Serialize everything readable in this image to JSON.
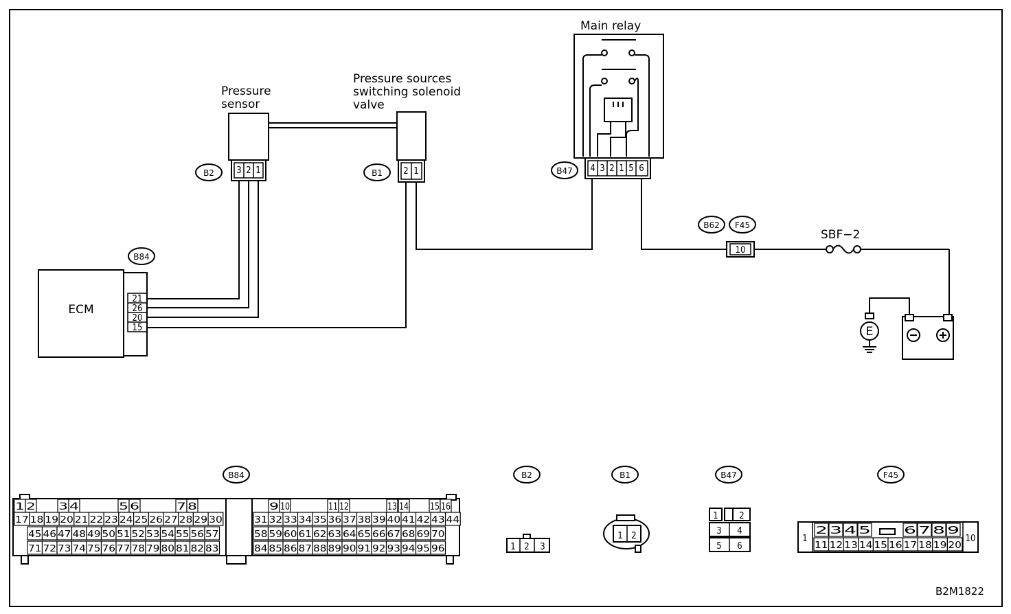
{
  "labels": {
    "main_relay": "Main relay",
    "pressure_sensor_l1": "Pressure",
    "pressure_sensor_l2": "sensor",
    "solenoid_l1": "Pressure sources",
    "solenoid_l2": "switching solenoid",
    "solenoid_l3": "valve",
    "ecm": "ECM",
    "fuse": "SBF−2",
    "ground": "E",
    "fig_id": "B2M1822"
  },
  "connectors": {
    "b2": "B2",
    "b1": "B1",
    "b47": "B47",
    "b84": "B84",
    "b62": "B62",
    "f45": "F45"
  },
  "ecm_pins": [
    "21",
    "26",
    "20",
    "15"
  ],
  "f45_pin": "10",
  "b2_pins": [
    "3",
    "2",
    "1"
  ],
  "b1_pins": [
    "2",
    "1"
  ],
  "b47_pins": [
    "4",
    "3",
    "2",
    "1",
    "5",
    "6"
  ],
  "b84_face": {
    "row1": [
      "1",
      "2",
      "3",
      "4",
      "5",
      "6",
      "7",
      "8",
      "9",
      "10",
      "11",
      "12",
      "13",
      "14",
      "15",
      "16"
    ],
    "row2": [
      "17",
      "18",
      "19",
      "20",
      "21",
      "22",
      "23",
      "24",
      "25",
      "26",
      "27",
      "28",
      "29",
      "30",
      "31",
      "32",
      "33",
      "34",
      "35",
      "36",
      "37",
      "38",
      "39",
      "40",
      "41",
      "42",
      "43",
      "44"
    ],
    "row3": [
      "45",
      "46",
      "47",
      "48",
      "49",
      "50",
      "51",
      "52",
      "53",
      "54",
      "55",
      "56",
      "57",
      "58",
      "59",
      "60",
      "61",
      "62",
      "63",
      "64",
      "65",
      "66",
      "67",
      "68",
      "69",
      "70"
    ],
    "row4": [
      "71",
      "72",
      "73",
      "74",
      "75",
      "76",
      "77",
      "78",
      "79",
      "80",
      "81",
      "82",
      "83",
      "84",
      "85",
      "86",
      "87",
      "88",
      "89",
      "90",
      "91",
      "92",
      "93",
      "94",
      "95",
      "96"
    ]
  },
  "b2_face": [
    "1",
    "2",
    "3"
  ],
  "b1_face": [
    "1",
    "2"
  ],
  "b47_face": [
    "1",
    "2",
    "3",
    "4",
    "5",
    "6"
  ],
  "f45_face": {
    "top": [
      "2",
      "3",
      "4",
      "5",
      "6",
      "7",
      "8",
      "9"
    ],
    "bottom": [
      "11",
      "12",
      "13",
      "14",
      "15",
      "16",
      "17",
      "18",
      "19",
      "20"
    ],
    "left": "1",
    "right": "10"
  }
}
